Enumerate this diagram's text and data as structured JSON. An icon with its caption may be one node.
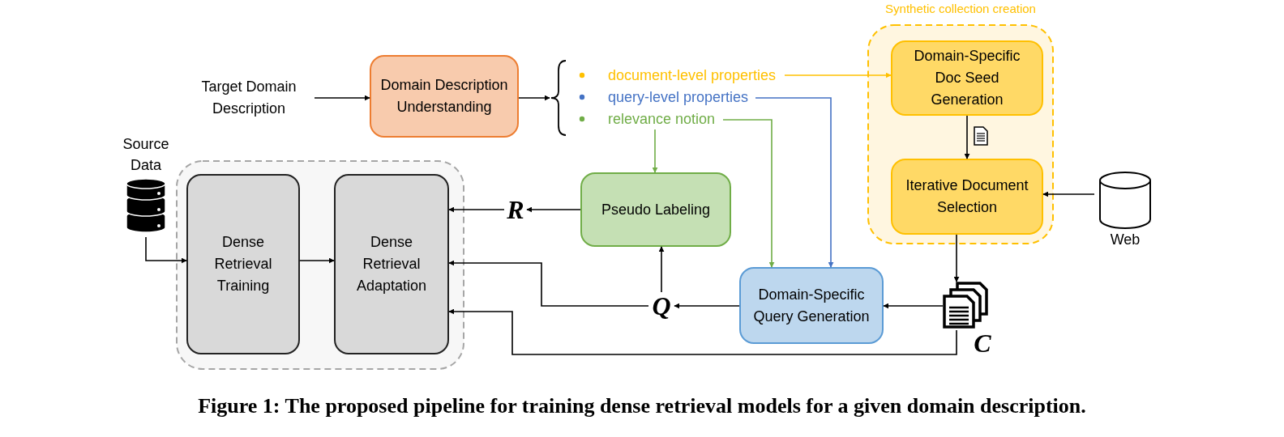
{
  "diagram": {
    "caption": "Figure 1: The proposed pipeline for training dense retrieval models for a given domain description.",
    "nodes": [
      {
        "text": [
          "Target Domain Description"
        ]
      },
      {
        "text": [
          "Domain Description Understanding"
        ]
      },
      {
        "text": [],
        "shape": "brace"
      },
      {
        "text": [
          "document-level properties"
        ]
      },
      {
        "text": [
          "query-level properties"
        ]
      },
      {
        "text": [
          "relevance notion"
        ]
      },
      {
        "text": [
          "Synthetic collection creation"
        ]
      },
      {
        "text": [
          "Domain-Specific Doc Seed Generation"
        ],
        "in": 6
      },
      {
        "text": [
          "Iterative Document Selection"
        ],
        "in": 6
      },
      {
        "text": [
          "Source Data"
        ]
      },
      {
        "text": [],
        "shape": "box"
      },
      {
        "text": [
          "Dense Retrieval Training"
        ],
        "in": 10
      },
      {
        "text": [
          "Dense Retrieval Adaptation"
        ],
        "in": 10
      },
      {
        "text": [
          "R"
        ]
      },
      {
        "text": [
          "Pseudo Labeling"
        ]
      },
      {
        "text": [
          "Web"
        ]
      },
      {
        "text": [
          "Q"
        ]
      },
      {
        "text": [
          "Domain-Specific Query Generation"
        ]
      },
      {
        "text": [],
        "shape": "document",
        "beside": [
          "C"
        ]
      }
    ],
    "edges": [
      {
        "from": 0,
        "to": 1,
        "arrow": "to"
      },
      {
        "from": 1,
        "to": 2,
        "arrow": "to"
      },
      {
        "from": 3,
        "to": 7,
        "arrow": "to",
        "color": "#ffc000"
      },
      {
        "from": 4,
        "to": 17,
        "arrow": "to",
        "color": "#4472c4"
      },
      {
        "from": 5,
        "to": 17,
        "arrow": "to",
        "color": "#70ad47"
      },
      {
        "from": 5,
        "to": 14,
        "arrow": "to",
        "color": "#70ad47"
      },
      {
        "from": 7,
        "to": 8,
        "arrow": "to"
      },
      {
        "from": 15,
        "to": 8,
        "arrow": "to"
      },
      {
        "from": 8,
        "to": 18,
        "arrow": "to"
      },
      {
        "from": 18,
        "to": 17,
        "arrow": "to"
      },
      {
        "from": 17,
        "to": 16,
        "arrow": "to"
      },
      {
        "from": 16,
        "to": 14,
        "arrow": "to"
      },
      {
        "from": 14,
        "to": 13,
        "arrow": "to"
      },
      {
        "from": 13,
        "to": 12,
        "arrow": "to"
      },
      {
        "from": 16,
        "to": 12,
        "arrow": "to"
      },
      {
        "from": 18,
        "to": 12,
        "arrow": "to"
      },
      {
        "from": 9,
        "to": 11,
        "arrow": "to"
      },
      {
        "from": 11,
        "to": 12,
        "arrow": "to"
      }
    ]
  }
}
